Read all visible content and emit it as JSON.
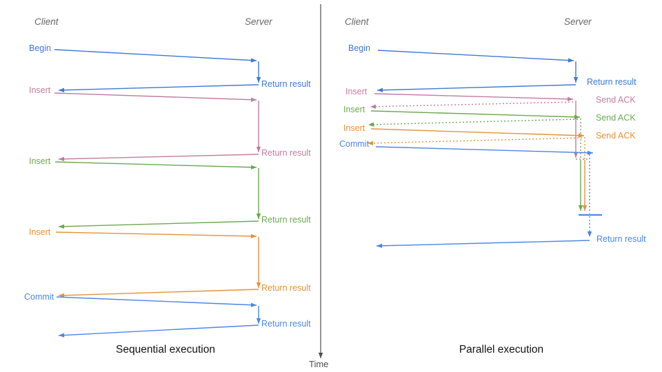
{
  "colors": {
    "begin_blue": "#3c78d8",
    "insert_pink": "#c27ba0",
    "insert_green": "#6aa84f",
    "insert_orange": "#e69138",
    "commit_blue": "#4a86e8",
    "axis": "#4d4d4d",
    "header_gray": "#666666",
    "caption_black": "#111111"
  },
  "sequential": {
    "client_header": "Client",
    "server_header": "Server",
    "caption": "Sequential execution",
    "rows": [
      {
        "request": "Begin",
        "response": "Return result"
      },
      {
        "request": "Insert",
        "response": "Return result"
      },
      {
        "request": "Insert",
        "response": "Return result"
      },
      {
        "request": "Insert",
        "response": "Return result"
      },
      {
        "request": "Commit",
        "response": "Return result"
      }
    ]
  },
  "parallel": {
    "client_header": "Client",
    "server_header": "Server",
    "caption": "Parallel execution",
    "rows": [
      {
        "request": "Begin",
        "response": "Return result"
      },
      {
        "request": "Insert",
        "response": "Send ACK"
      },
      {
        "request": "Insert",
        "response": "Send ACK"
      },
      {
        "request": "Insert",
        "response": "Send ACK"
      },
      {
        "request": "Commit",
        "response": "Return result"
      }
    ]
  },
  "time_axis": {
    "label": "Time"
  }
}
